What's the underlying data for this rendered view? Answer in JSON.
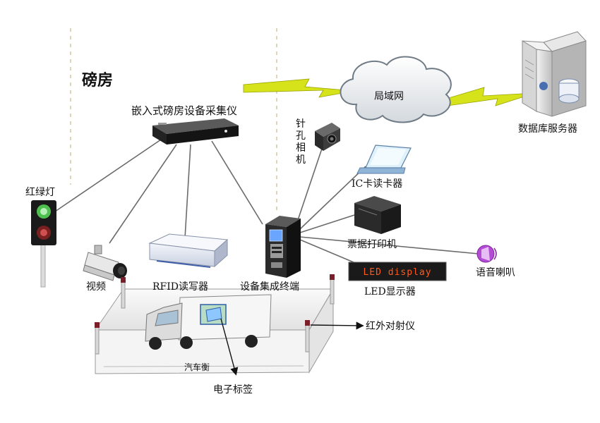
{
  "labels": {
    "room": "磅房",
    "collector": "嵌入式磅房设备采集仪",
    "lan": "局域网",
    "db_server": "数据库服务器",
    "pinhole_camera": "针孔相机",
    "ic_reader": "IC卡读卡器",
    "traffic_light": "红绿灯",
    "printer": "票据打印机",
    "video": "视频",
    "rfid": "RFID读写器",
    "terminal": "设备集成终端",
    "speaker": "语音喇叭",
    "led_screen": "LED显示器",
    "led_text": "LED display",
    "infrared": "红外对射仪",
    "scale": "汽车衡",
    "tag": "电子标签"
  },
  "icons": {
    "collector": "embedded-collector-box-icon",
    "server": "database-server-icon",
    "cloud": "lan-cloud-icon",
    "camera": "pinhole-camera-icon",
    "reader": "ic-card-reader-icon",
    "printer": "receipt-printer-icon",
    "traffic_light": "traffic-light-icon",
    "video_camera": "cctv-camera-icon",
    "rfid": "rfid-reader-icon",
    "terminal": "kiosk-terminal-icon",
    "speaker": "speaker-icon",
    "led": "led-display-icon",
    "truck": "truck-icon"
  },
  "colors": {
    "line": "#6b6b6b",
    "lightning": "#d6e21a",
    "led_bg": "#1a1a1a",
    "led_text": "#ff5a1a",
    "dash": "#c9b98a"
  }
}
